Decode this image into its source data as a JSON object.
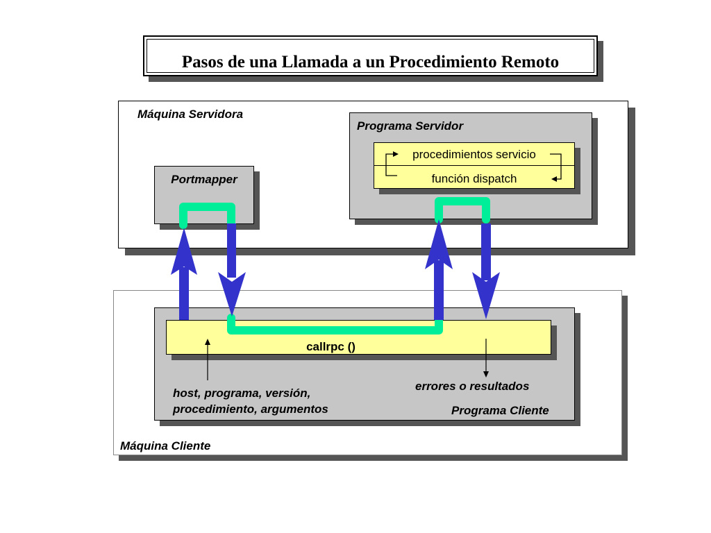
{
  "title": "Pasos de una Llamada a un Procedimiento Remoto",
  "server_machine": {
    "label": "Máquina Servidora",
    "portmapper": {
      "label": "Portmapper"
    },
    "server_program": {
      "label": "Programa Servidor",
      "service_procedures": "procedimientos servicio",
      "dispatch_function": "función dispatch"
    }
  },
  "client_machine": {
    "label": "Máquina Cliente",
    "client_program": {
      "label": "Programa Cliente",
      "callrpc": "callrpc ()",
      "input_params_line1": "host, programa, versión,",
      "input_params_line2": "procedimiento, argumentos",
      "output": "errores o resultados"
    }
  },
  "colors": {
    "arrow_blue": "#3333cc",
    "link_green": "#00ee99",
    "box_gray": "#c6c6c6",
    "box_yellow": "#ffff9c",
    "shadow": "#555555"
  }
}
